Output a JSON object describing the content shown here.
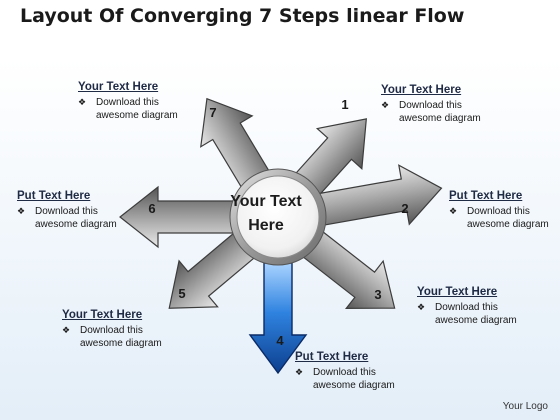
{
  "title": "Layout Of Converging 7 Steps linear Flow",
  "center": {
    "line1": "Your Text",
    "line2": "Here"
  },
  "steps": [
    {
      "number": "1",
      "heading": "Your Text Here",
      "bullet": "❖",
      "line1": "Download this",
      "line2": "awesome diagram"
    },
    {
      "number": "2",
      "heading": "Put Text Here",
      "bullet": "❖",
      "line1": "Download this",
      "line2": "awesome diagram"
    },
    {
      "number": "3",
      "heading": "Your Text Here",
      "bullet": "❖",
      "line1": "Download this",
      "line2": "awesome diagram"
    },
    {
      "number": "4",
      "heading": "Put Text Here",
      "bullet": "❖",
      "line1": "Download this",
      "line2": "awesome diagram",
      "highlight": true
    },
    {
      "number": "5",
      "heading": "Your Text Here",
      "bullet": "❖",
      "line1": "Download this",
      "line2": "awesome diagram"
    },
    {
      "number": "6",
      "heading": "Put Text Here",
      "bullet": "❖",
      "line1": "Download this",
      "line2": "awesome diagram"
    },
    {
      "number": "7",
      "heading": "Your Text Here",
      "bullet": "❖",
      "line1": "Download this",
      "line2": "awesome diagram"
    }
  ],
  "footer": {
    "logo": "Your Logo"
  },
  "colors": {
    "arrow_gray": "#8c8c8c",
    "arrow_highlight": "#1e6fd0",
    "circle_ring": "#9a9a9a"
  }
}
